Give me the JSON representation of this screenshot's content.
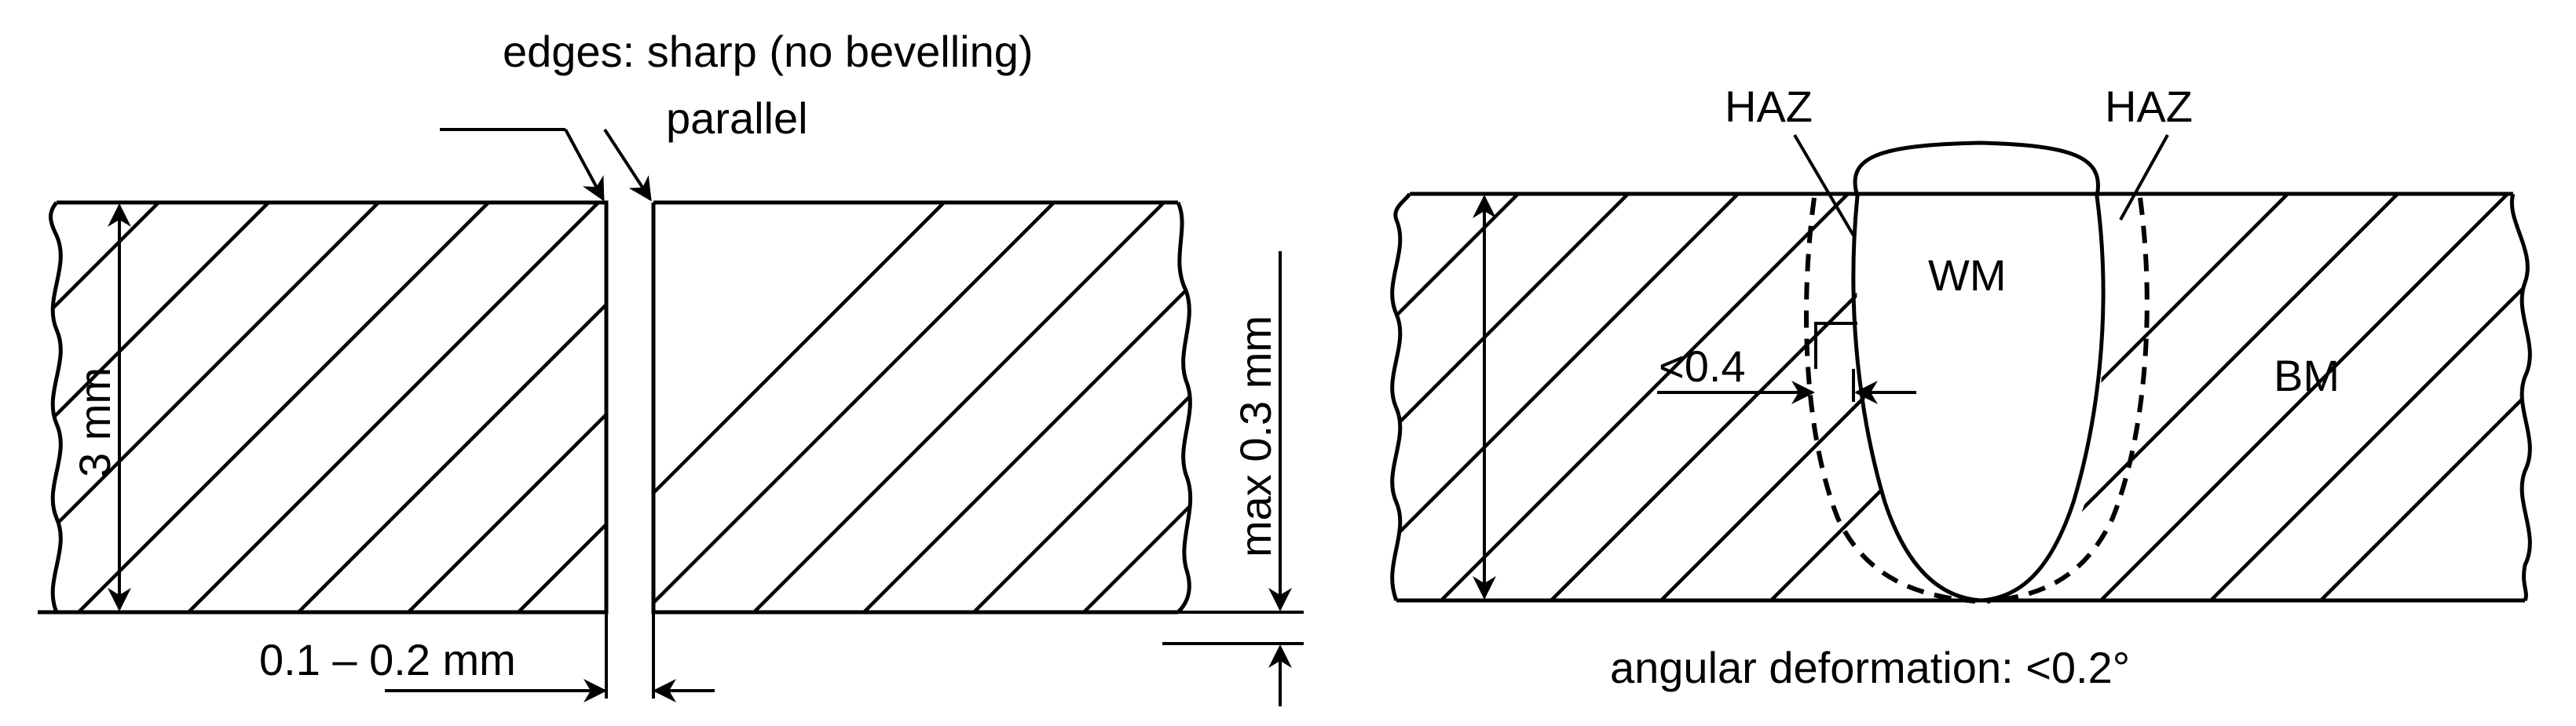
{
  "left_panel": {
    "label_edges": "edges: sharp (no bevelling)",
    "label_parallel": "parallel",
    "label_thickness": "3 mm",
    "label_misalignment": "max 0.3 mm",
    "label_gap": "0.1 – 0.2 mm"
  },
  "right_panel": {
    "label_haz_left": "HAZ",
    "label_haz_right": "HAZ",
    "label_wm": "WM",
    "label_bm": "BM",
    "label_haz_width": "<0.4",
    "label_angular": "angular deformation: <0.2°"
  }
}
